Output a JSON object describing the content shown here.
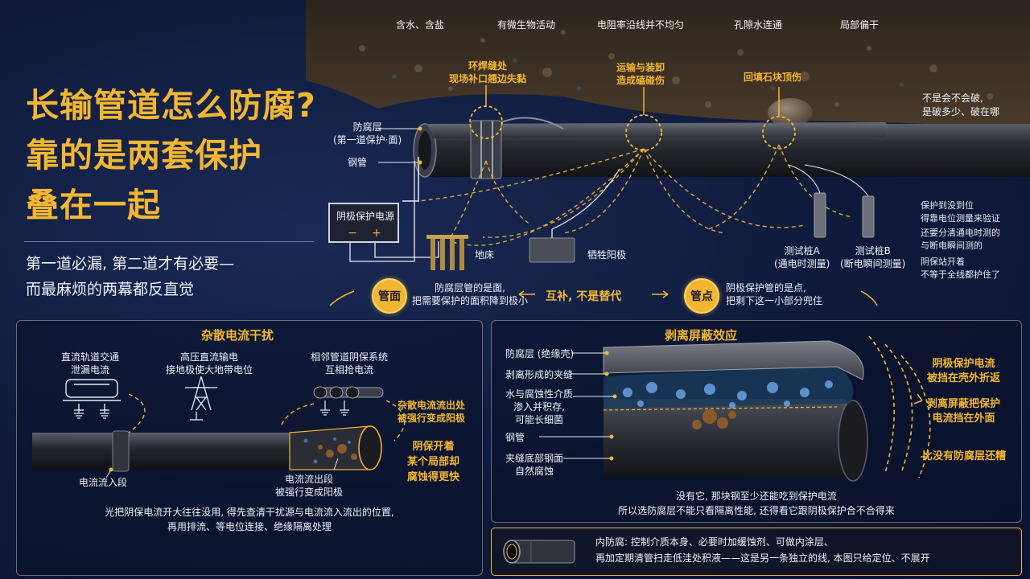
{
  "title": {
    "line1": "长输管道怎么防腐?",
    "line2": "靠的是两套保护",
    "line3": "叠在一起"
  },
  "subtitle": {
    "line1": "第一道必漏, 第二道才有必要—",
    "line2": "而最麻烦的两幕都反直觉"
  },
  "soil": {
    "labels": [
      "含水、含盐",
      "有微生物活动",
      "电阻率沿线并不均匀",
      "孔隙水连通",
      "局部偏干"
    ]
  },
  "defects": {
    "weld": {
      "line1": "环焊缝处",
      "line2": "现场补口翘边失黏"
    },
    "transport": {
      "line1": "运输与装卸",
      "line2": "造成磕碰伤"
    },
    "rock": "回填石块顶伤"
  },
  "right_question": {
    "line1": "不是会不会破,",
    "line2": "是破多少、破在哪"
  },
  "pipe_labels": {
    "coating": {
      "line1": "防腐层",
      "line2": "(第一道保护·面)"
    },
    "steel": "钢管"
  },
  "cp": {
    "power_supply": "阴极保护电源",
    "minus": "−",
    "plus": "+",
    "ground_bed": "地床",
    "anode": "牺牲阳极",
    "test_a": {
      "line1": "测试桩A",
      "line2": "(通电时测量)"
    },
    "test_b": {
      "line1": "测试桩B",
      "line2": "(断电瞬间测量)"
    }
  },
  "right_notes": {
    "n1": {
      "line1": "保护到没到位",
      "line2": "得靠电位测量来验证"
    },
    "n2": {
      "line1": "还要分清通电时测的",
      "line2": "与断电瞬间测的"
    },
    "n3": {
      "line1": "阴保站开着",
      "line2": "不等于全线都护住了"
    }
  },
  "complement": {
    "badge_left": "管面",
    "left_text": {
      "line1": "防腐层管的是面,",
      "line2": "把需要保护的面积降到极小"
    },
    "center": "互补, 不是替代",
    "badge_right": "管点",
    "right_text": {
      "line1": "阴极保护管的是点,",
      "line2": "把剩下这一小部分兜住"
    }
  },
  "stray": {
    "title": "杂散电流干扰",
    "src1": {
      "line1": "直流轨道交通",
      "line2": "泄漏电流"
    },
    "src2": {
      "line1": "高压直流输电",
      "line2": "接地极使大地带电位"
    },
    "src3": {
      "line1": "相邻管道阴保系统",
      "line2": "互相抢电流"
    },
    "out_point": {
      "line1": "杂散电流流出处",
      "line2": "被强行变成阳极"
    },
    "warning": {
      "line1": "阴保开着",
      "line2": "某个局部却",
      "line3": "腐蚀得更快"
    },
    "in_label": "电流流入段",
    "out_label": {
      "line1": "电流流出段",
      "line2": "被强行变成阳极"
    },
    "footer": {
      "line1": "光把阴保电流开大往往没用, 得先查清干扰源与电流流入流出的位置,",
      "line2": "再用排流、等电位连接、绝缘隔离处理"
    }
  },
  "shield": {
    "title": "剥离屏蔽效应",
    "l1": "防腐层 (绝缘壳)",
    "l2": "剥离形成的夹缝",
    "l3": {
      "line1": "水与腐蚀性介质",
      "line2": "渗入并积存,",
      "line3": "可能长细菌"
    },
    "l4": "钢管",
    "l5": {
      "line1": "夹缝底部钢面",
      "line2": "自然腐蚀"
    },
    "r1": {
      "line1": "阴极保护电流",
      "line2": "被挡在壳外折返"
    },
    "r2": {
      "line1": "剥离屏蔽把保护",
      "line2": "电流挡在外面"
    },
    "r3": "比没有防腐层还糟",
    "footer": {
      "line1": "没有它, 那块钢至少还能吃到保护电流",
      "line2": "所以选防腐层不能只看隔离性能, 还得看它跟阴极保护合不合得来"
    }
  },
  "inner": {
    "line1": "内防腐: 控制介质本身、必要时加缓蚀剂、可做内涂层、",
    "line2": "再加定期清管扫走低洼处积液——这是另一条独立的线, 本图只给定位、不展开"
  },
  "colors": {
    "accent": "#f2b632",
    "background": "#0f1a3a",
    "panel_border": "#6d6a7a"
  }
}
